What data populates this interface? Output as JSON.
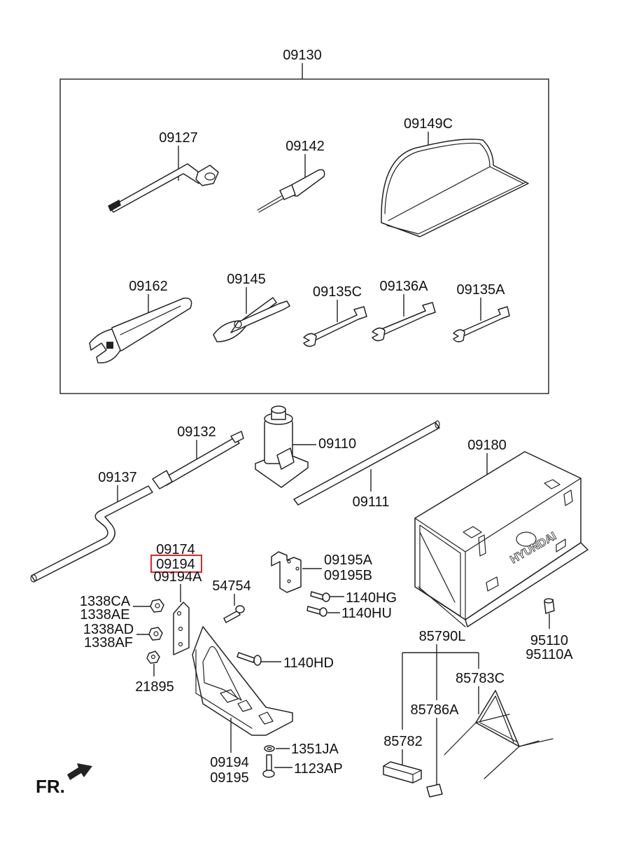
{
  "labels": {
    "l09130": "09130",
    "l09127": "09127",
    "l09142": "09142",
    "l09149C": "09149C",
    "l09162": "09162",
    "l09145": "09145",
    "l09135C": "09135C",
    "l09136A": "09136A",
    "l09135A": "09135A",
    "l09132": "09132",
    "l09110": "09110",
    "l09180": "09180",
    "l09137": "09137",
    "l09111": "09111",
    "l09174": "09174",
    "l09194_hl": "09194",
    "l09194A": "09194A",
    "l09195A": "09195A",
    "l09195B": "09195B",
    "l54754": "54754",
    "l1140HG": "1140HG",
    "l1140HU": "1140HU",
    "l1338CA": "1338CA",
    "l1338AE": "1338AE",
    "l1338AD": "1338AD",
    "l1338AF": "1338AF",
    "l21895": "21895",
    "l1140HD": "1140HD",
    "l95110": "95110",
    "l95110A": "95110A",
    "l85790L": "85790L",
    "l85783C": "85783C",
    "l85786A": "85786A",
    "l85782": "85782",
    "l1351JA": "1351JA",
    "l1123AP": "1123AP",
    "l09194": "09194",
    "l09195": "09195",
    "fr": "FR."
  },
  "box_logo": "HYUNDAI",
  "highlight_color": "#e8212a"
}
